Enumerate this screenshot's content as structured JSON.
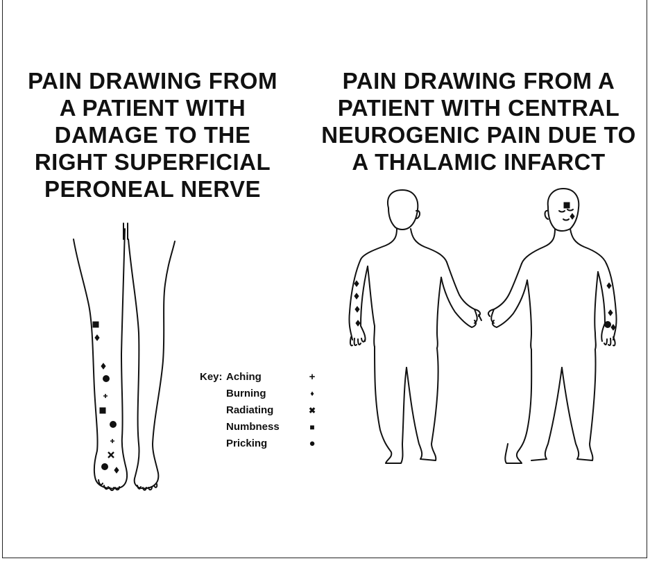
{
  "titles": {
    "left": "PAIN DRAWING FROM\nA PATIENT WITH\nDAMAGE TO THE\nRIGHT SUPERFICIAL\nPERONEAL NERVE",
    "right": "PAIN DRAWING FROM A\nPATIENT WITH CENTRAL\nNEUROGENIC PAIN DUE TO\nA THALAMIC INFARCT"
  },
  "key": {
    "title": "Key:",
    "items": [
      {
        "label": "Aching",
        "symbol": "+"
      },
      {
        "label": "Burning",
        "symbol": "♦"
      },
      {
        "label": "Radiating",
        "symbol": "✖"
      },
      {
        "label": "Numbness",
        "symbol": "■"
      },
      {
        "label": "Pricking",
        "symbol": "●"
      }
    ]
  }
}
